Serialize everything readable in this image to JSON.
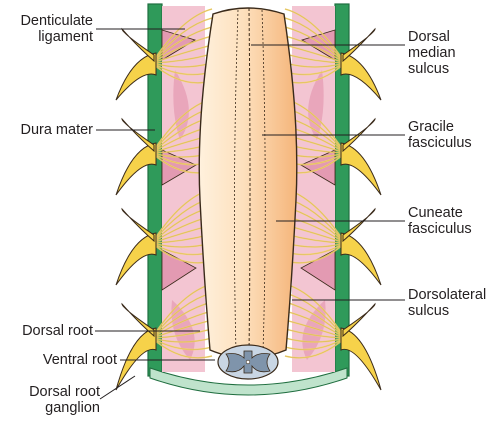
{
  "labels": {
    "denticulate_ligament": [
      "Denticulate",
      "ligament"
    ],
    "dura_mater": "Dura mater",
    "dorsal_root": "Dorsal root",
    "ventral_root": "Ventral root",
    "dorsal_root_ganglion": [
      "Dorsal root",
      "ganglion"
    ],
    "dorsal_median_sulcus": [
      "Dorsal",
      "median",
      "sulcus"
    ],
    "gracile_fasciculus": [
      "Gracile",
      "fasciculus"
    ],
    "cuneate_fasciculus": [
      "Cuneate",
      "fasciculus"
    ],
    "dorsolateral_sulcus": [
      "Dorsolateral",
      "sulcus"
    ]
  },
  "colors": {
    "dura_green": "#2f9a5a",
    "dura_edge": "#1f6e3f",
    "pink": "#efb6c6",
    "pink_dark": "#d98ea6",
    "cord_light": "#fde3c4",
    "cord_orange": "#f7c08a",
    "root_yellow": "#f8d768",
    "ganglion_yellow": "#f6d24a",
    "outline": "#3a2a1a",
    "gray_matter": "#8fa3b8"
  }
}
